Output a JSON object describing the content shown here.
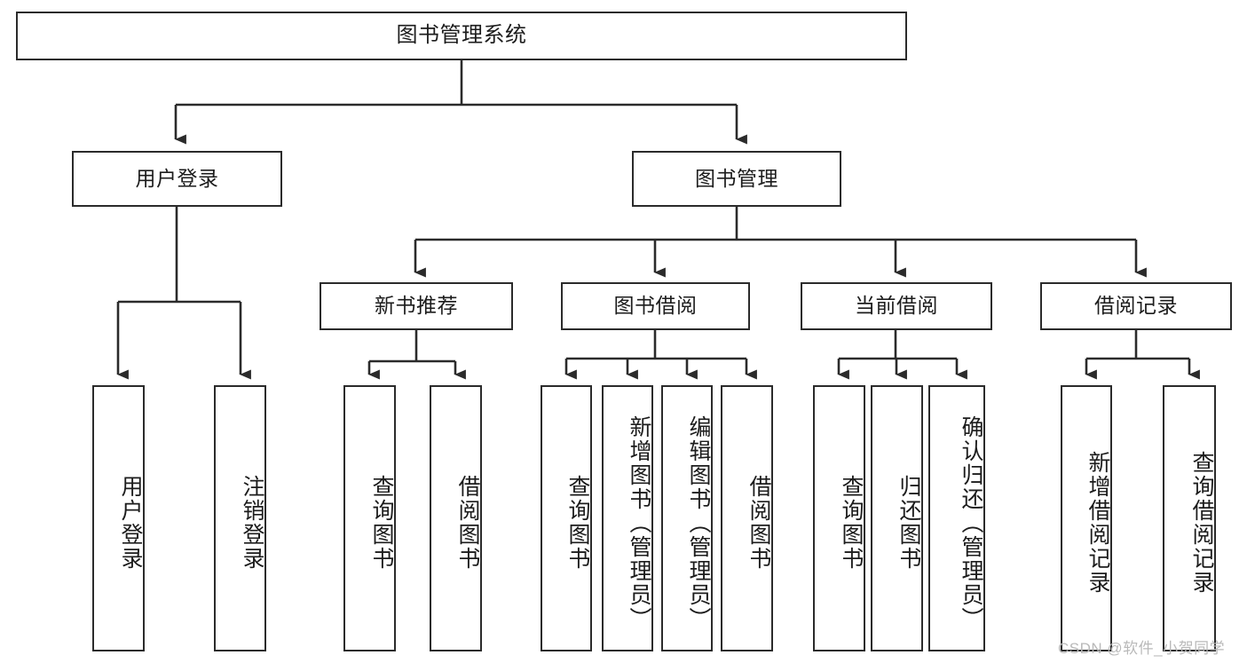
{
  "diagram": {
    "type": "hierarchy-tree",
    "title": "图书管理系统",
    "root": {
      "label": "图书管理系统"
    },
    "level2": [
      {
        "id": "user-login",
        "label": "用户登录"
      },
      {
        "id": "book-management",
        "label": "图书管理"
      }
    ],
    "level3": [
      {
        "id": "new-book-recommend",
        "label": "新书推荐",
        "parent": "book-management"
      },
      {
        "id": "book-borrow",
        "label": "图书借阅",
        "parent": "book-management"
      },
      {
        "id": "current-borrow",
        "label": "当前借阅",
        "parent": "book-management"
      },
      {
        "id": "borrow-record",
        "label": "借阅记录",
        "parent": "book-management"
      }
    ],
    "leaves": [
      {
        "id": "leaf-user-login",
        "label": "用户登录",
        "parent": "user-login"
      },
      {
        "id": "leaf-logout-login",
        "label": "注销登录",
        "parent": "user-login"
      },
      {
        "id": "leaf-query-book-1",
        "label": "查询图书",
        "parent": "new-book-recommend"
      },
      {
        "id": "leaf-borrow-book-1",
        "label": "借阅图书",
        "parent": "new-book-recommend"
      },
      {
        "id": "leaf-query-book-2",
        "label": "查询图书",
        "parent": "book-borrow"
      },
      {
        "id": "leaf-add-book",
        "label": "新增图书（管理员）",
        "parent": "book-borrow"
      },
      {
        "id": "leaf-edit-book",
        "label": "编辑图书（管理员）",
        "parent": "book-borrow"
      },
      {
        "id": "leaf-borrow-book-2",
        "label": "借阅图书",
        "parent": "book-borrow"
      },
      {
        "id": "leaf-query-book-3",
        "label": "查询图书",
        "parent": "current-borrow"
      },
      {
        "id": "leaf-return-book",
        "label": "归还图书",
        "parent": "current-borrow"
      },
      {
        "id": "leaf-confirm-return",
        "label": "确认归还（管理员）",
        "parent": "current-borrow"
      },
      {
        "id": "leaf-add-borrow-record",
        "label": "新增借阅记录",
        "parent": "borrow-record"
      },
      {
        "id": "leaf-query-borrow-record",
        "label": "查询借阅记录",
        "parent": "borrow-record"
      }
    ],
    "colors": {
      "stroke": "#2b2b2b",
      "fill": "#ffffff",
      "text": "#1c1c1c",
      "watermark": "#b9b9b9"
    }
  },
  "watermark": {
    "text": "CSDN @软件_小贺同学"
  }
}
